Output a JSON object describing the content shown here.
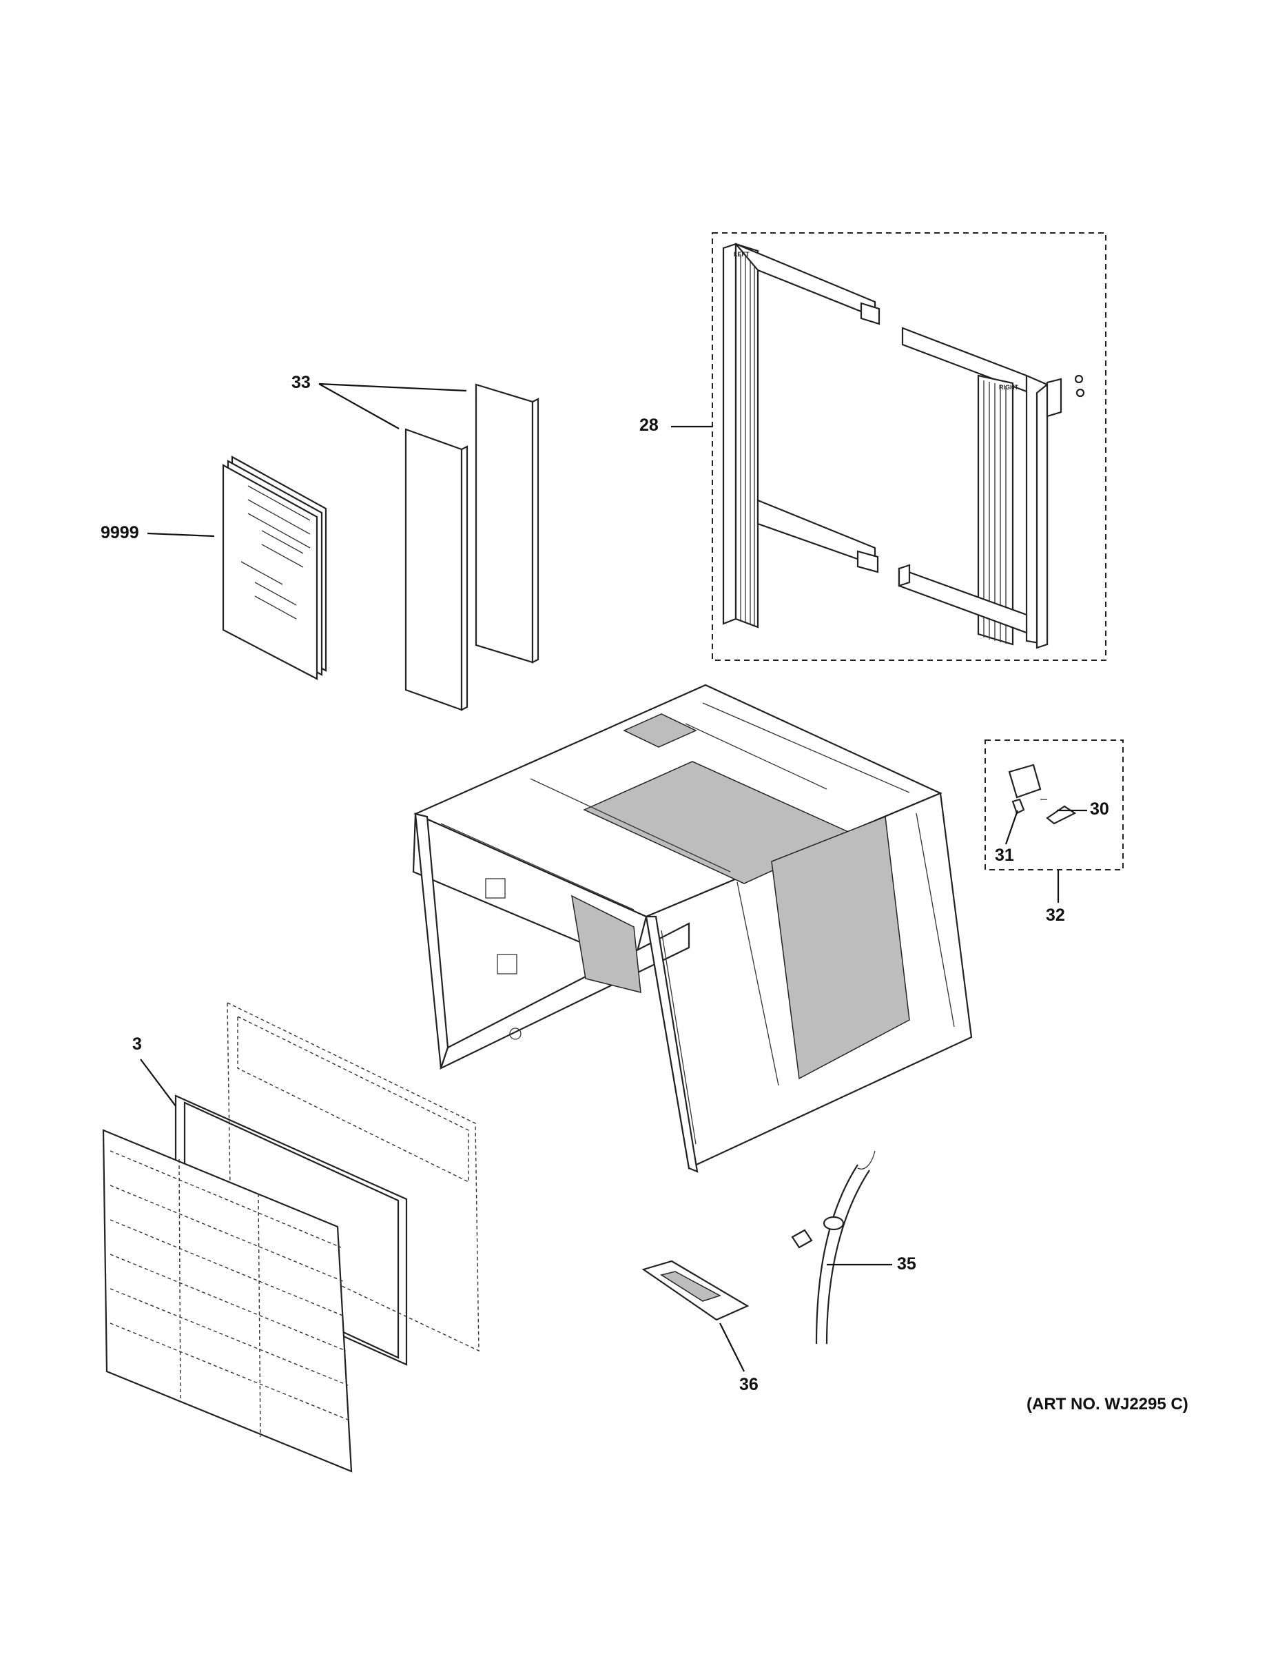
{
  "diagram": {
    "part_labels": {
      "p3": "3",
      "p28": "28",
      "p30": "30",
      "p31": "31",
      "p32": "32",
      "p33": "33",
      "p35": "35",
      "p36": "36",
      "p9999": "9999"
    },
    "frame_text": {
      "left": "LEFT",
      "right": "RIGHT"
    },
    "art_number": "(ART NO. WJ2295 C)"
  }
}
